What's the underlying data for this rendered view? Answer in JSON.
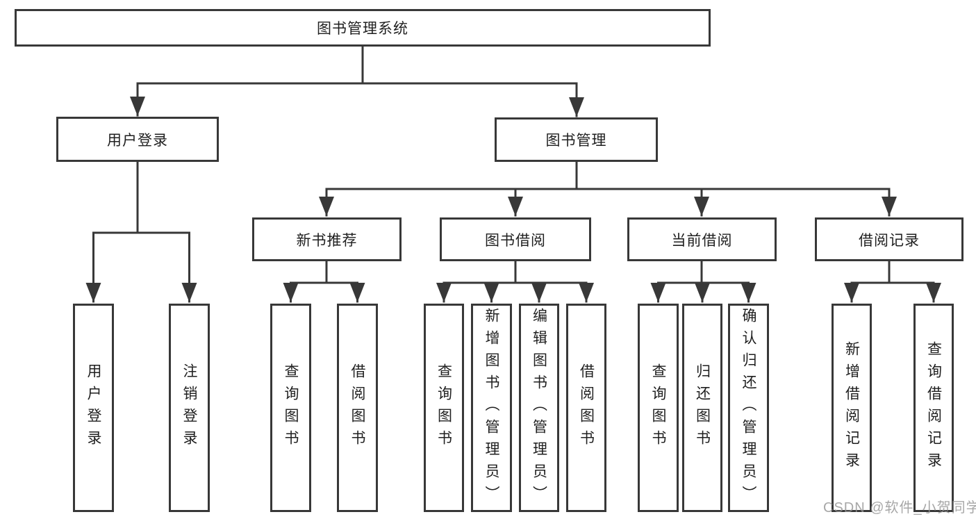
{
  "tree": {
    "label": "图书管理系统",
    "children": [
      {
        "label": "用户登录",
        "children": [
          {
            "label": "用户登录"
          },
          {
            "label": "注销登录"
          }
        ]
      },
      {
        "label": "图书管理",
        "children": [
          {
            "label": "新书推荐",
            "children": [
              {
                "label": "查询图书"
              },
              {
                "label": "借阅图书"
              }
            ]
          },
          {
            "label": "图书借阅",
            "children": [
              {
                "label": "查询图书"
              },
              {
                "label": "新增图书（管理员）"
              },
              {
                "label": "编辑图书（管理员）"
              },
              {
                "label": "借阅图书"
              }
            ]
          },
          {
            "label": "当前借阅",
            "children": [
              {
                "label": "查询图书"
              },
              {
                "label": "归还图书"
              },
              {
                "label": "确认归还（管理员）"
              }
            ]
          },
          {
            "label": "借阅记录",
            "children": [
              {
                "label": "新增借阅记录"
              },
              {
                "label": "查询借阅记录"
              }
            ]
          }
        ]
      }
    ]
  },
  "watermark": {
    "text": "CSDN @软件_小贺同学",
    "color": "#949494"
  },
  "colors": {
    "line": "#383838",
    "node_border": "#383838",
    "text": "#1f1f1f",
    "background": "#ffffff"
  }
}
